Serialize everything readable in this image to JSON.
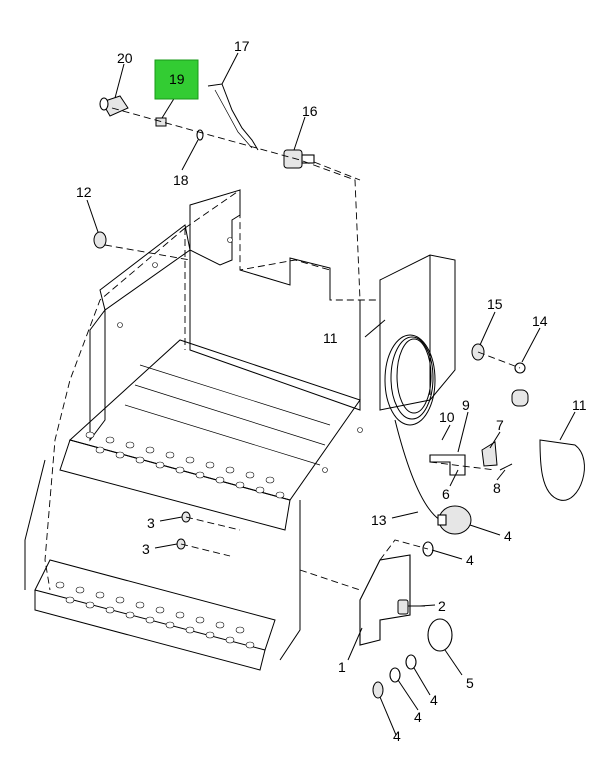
{
  "highlight_color": "#33cc33",
  "callouts": {
    "c1": "1",
    "c2": "2",
    "c3a": "3",
    "c3b": "3",
    "c4a": "4",
    "c4b": "4",
    "c4c": "4",
    "c4d": "4",
    "c4e": "4",
    "c5": "5",
    "c6": "6",
    "c7": "7",
    "c8": "8",
    "c9": "9",
    "c10": "10",
    "c11a": "11",
    "c11b": "11",
    "c12": "12",
    "c13": "13",
    "c14": "14",
    "c15": "15",
    "c16": "16",
    "c17": "17",
    "c18": "18",
    "c19": "19",
    "c20": "20"
  }
}
